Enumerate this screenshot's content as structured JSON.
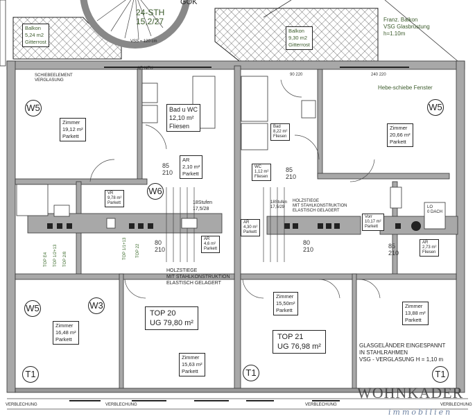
{
  "top": {
    "stair": {
      "label": "24-STH",
      "value": "15,2/27"
    },
    "gok": "GOK",
    "vss": "VSS = 120 cm",
    "ar_neu": "AR NEU",
    "schiebe": "SCHIEBEELEMENT",
    "verglasung": "VERGLASUNG"
  },
  "franz_balkon": [
    "Franz. Balkon",
    "VSG Glasbrüstung",
    "h=1.10m"
  ],
  "hebe": "Hebe-schiebe Fenster",
  "rooms": {
    "balkon_left": [
      "Balkon",
      "5,24 m2",
      "Gitterrost"
    ],
    "balkon_right": [
      "Balkon",
      "9,30 m2",
      "Gitterrost"
    ],
    "zimmer_1912": [
      "Zimmer",
      "19,12 m²",
      "Parkett"
    ],
    "bad_wc": [
      "Bad u WC",
      "12,10 m²",
      "Fliesen"
    ],
    "bad_822": [
      "Bad",
      "8,22 m²",
      "Fliesen"
    ],
    "zimmer_2066": [
      "Zimmer",
      "20,66 m²",
      "Parkett"
    ],
    "ar_210": [
      "AR",
      "2,10 m²",
      "Parkett"
    ],
    "vr_978": [
      "VR",
      "9,78 m²",
      "Parkett"
    ],
    "ar_46": [
      "AR",
      "4,6 m²",
      "Parkett"
    ],
    "wc_112": [
      "WC",
      "1,12 m²",
      "Fliesen"
    ],
    "ar_430": [
      "AR",
      "4,30 m²",
      "Parkett"
    ],
    "vorr_1017": [
      "Vorr",
      "10,17 m²",
      "Parkett"
    ],
    "ar_273": [
      "AR",
      "2,73 m²",
      "Fliesen"
    ],
    "zimmer_1648": [
      "Zimmer",
      "16,48 m²",
      "Parkett"
    ],
    "zimmer_1563": [
      "Zimmer",
      "15,63 m²",
      "Parkett"
    ],
    "zimmer_1550": [
      "Zimmer",
      "15,50m²",
      "Parkett"
    ],
    "zimmer_1388": [
      "Zimmer",
      "13,88 m²",
      "Parkett"
    ]
  },
  "units": {
    "top20": [
      "TOP 20",
      "UG 79,80 m²"
    ],
    "top21": [
      "TOP 21",
      "UG 76,98 m²"
    ]
  },
  "stairs": {
    "left": [
      "18Stufen",
      "17,5/28"
    ],
    "right": [
      "18Stufen",
      "17,5/29"
    ]
  },
  "holzstiege": [
    "HOLZSTIEGE",
    "MIT STAHLKONSTRUKTION",
    "ELASTISCH GELAGERT"
  ],
  "lo_dach": [
    "LO",
    "0 DACH"
  ],
  "glas": [
    "GLASGELÄNDER EINGESPANNT",
    "IN STAHLRAHMEN",
    "VSG - VERGLASUNG   H = 1,10 m"
  ],
  "markers": {
    "w5": "W5",
    "w6": "W6",
    "w3": "W3",
    "t1": "T1"
  },
  "doors": {
    "d85": "85",
    "d80": "80",
    "d90": "90",
    "d210": "210",
    "d220": "220",
    "d240": "240"
  },
  "shafts": {
    "top_e4": "TOP E4",
    "top_1_2_13": "TOP 1/2+13",
    "top_2_8": "TOP 2/8",
    "top_11_13": "TOP 1/1+13",
    "top_22": "TOP 22"
  },
  "verblechung": "VERBLECHUNG",
  "watermark": [
    "WOHNKADER",
    "immobilien"
  ]
}
